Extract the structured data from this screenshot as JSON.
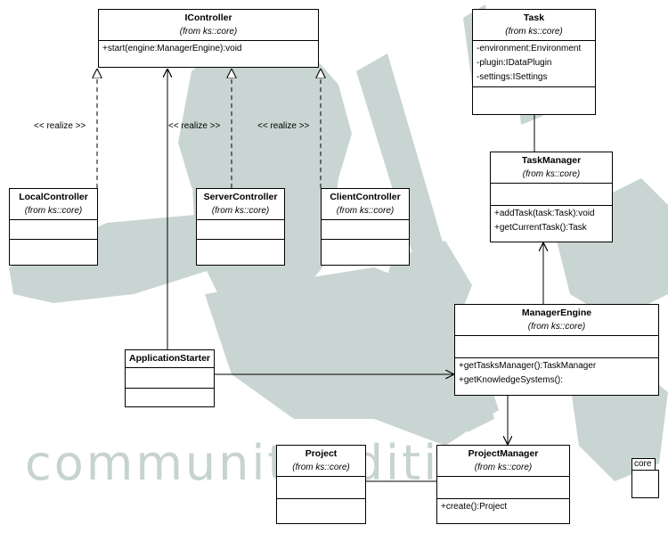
{
  "watermark": {
    "text": "communityedition",
    "color": "#c3d0cd"
  },
  "colors": {
    "line": "#000000",
    "background": "#ffffff"
  },
  "classes": [
    {
      "id": "icontroller",
      "name": "IController",
      "stereotype": "(from ks::core)",
      "attributes": [],
      "operations": [
        "+start(engine:ManagerEngine):void"
      ]
    },
    {
      "id": "task",
      "name": "Task",
      "stereotype": "(from ks::core)",
      "attributes": [
        "-environment:Environment",
        "-plugin:IDataPlugin",
        "-settings:ISettings"
      ],
      "operations": []
    },
    {
      "id": "taskmanager",
      "name": "TaskManager",
      "stereotype": "(from ks::core)",
      "attributes": [],
      "operations": [
        "+addTask(task:Task):void",
        "+getCurrentTask():Task"
      ]
    },
    {
      "id": "localcontroller",
      "name": "LocalController",
      "stereotype": "(from ks::core)",
      "attributes": [],
      "operations": []
    },
    {
      "id": "servercontroller",
      "name": "ServerController",
      "stereotype": "(from ks::core)",
      "attributes": [],
      "operations": []
    },
    {
      "id": "clientcontroller",
      "name": "ClientController",
      "stereotype": "(from ks::core)",
      "attributes": [],
      "operations": []
    },
    {
      "id": "managerengine",
      "name": "ManagerEngine",
      "stereotype": "(from ks::core)",
      "attributes": [],
      "operations": [
        "+getTasksManager():TaskManager",
        "+getKnowledgeSystems():"
      ]
    },
    {
      "id": "applicationstarter",
      "name": "ApplicationStarter",
      "stereotype": "",
      "attributes": [],
      "operations": []
    },
    {
      "id": "project",
      "name": "Project",
      "stereotype": "(from ks::core)",
      "attributes": [],
      "operations": []
    },
    {
      "id": "projectmanager",
      "name": "ProjectManager",
      "stereotype": "(from ks::core)",
      "attributes": [],
      "operations": [
        "+create():Project"
      ]
    }
  ],
  "relations": {
    "realize_label_1": "<< realize >>",
    "realize_label_2": "<< realize >>",
    "realize_label_3": "<< realize >>"
  },
  "package": {
    "label": "core"
  }
}
